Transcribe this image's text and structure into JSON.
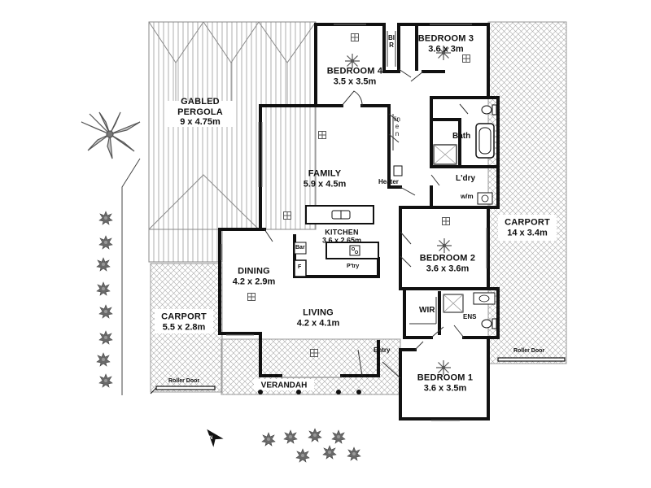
{
  "rooms": {
    "bedroom4": {
      "name": "BEDROOM 4",
      "dim": "3.5 x 3.5m"
    },
    "bedroom3": {
      "name": "BEDROOM 3",
      "dim": "3.6 x 3m"
    },
    "pergola": {
      "name1": "GABLED",
      "name2": "PERGOLA",
      "dim": "9 x 4.75m"
    },
    "family": {
      "name": "FAMILY",
      "dim": "5.9 x 4.5m"
    },
    "kitchen": {
      "name": "KITCHEN",
      "dim": "3.6 x 2.65m"
    },
    "dining": {
      "name": "DINING",
      "dim": "4.2 x 2.9m"
    },
    "living": {
      "name": "LIVING",
      "dim": "4.2 x 4.1m"
    },
    "carport_left": {
      "name": "CARPORT",
      "dim": "5.5 x 2.8m"
    },
    "carport_right": {
      "name": "CARPORT",
      "dim": "14 x 3.4m"
    },
    "bedroom2": {
      "name": "BEDROOM 2",
      "dim": "3.6 x 3.6m"
    },
    "bedroom1": {
      "name": "BEDROOM 1",
      "dim": "3.6 x 3.5m"
    }
  },
  "small_labels": {
    "bir": "BIR",
    "linen": "linen",
    "bath": "Bath",
    "heater": "Heater",
    "laundry": "L'dry",
    "washing_machine": "w/m",
    "bar": "Bar",
    "fridge": "F",
    "pantry": "P'try",
    "wir": "WIR",
    "ensuite": "ENS",
    "entry": "Entry",
    "verandah": "VERANDAH",
    "roller_door_left": "Roller Door",
    "roller_door_right": "Roller Door",
    "north": "N"
  },
  "colors": {
    "wall": "#111111",
    "hatch": "#9a9a9a",
    "paving": "#8c8c8c",
    "plant": "#666666"
  },
  "icons": [
    "ceiling-light-icon",
    "ceiling-fan-icon",
    "north-arrow-icon",
    "palm-tree-icon",
    "shrub-icon",
    "toilet-icon",
    "bathtub-icon",
    "sink-icon",
    "shower-icon",
    "stove-icon"
  ]
}
